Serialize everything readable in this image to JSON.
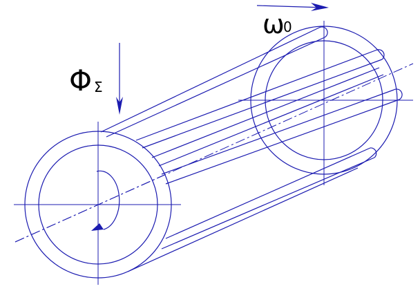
{
  "labels": {
    "flux": "Φ",
    "flux_subscript": "Σ",
    "omega": "ω",
    "omega_subscript": "0"
  },
  "colors": {
    "line": "#1b1bb0",
    "text": "#000000",
    "background": "#ffffff"
  }
}
